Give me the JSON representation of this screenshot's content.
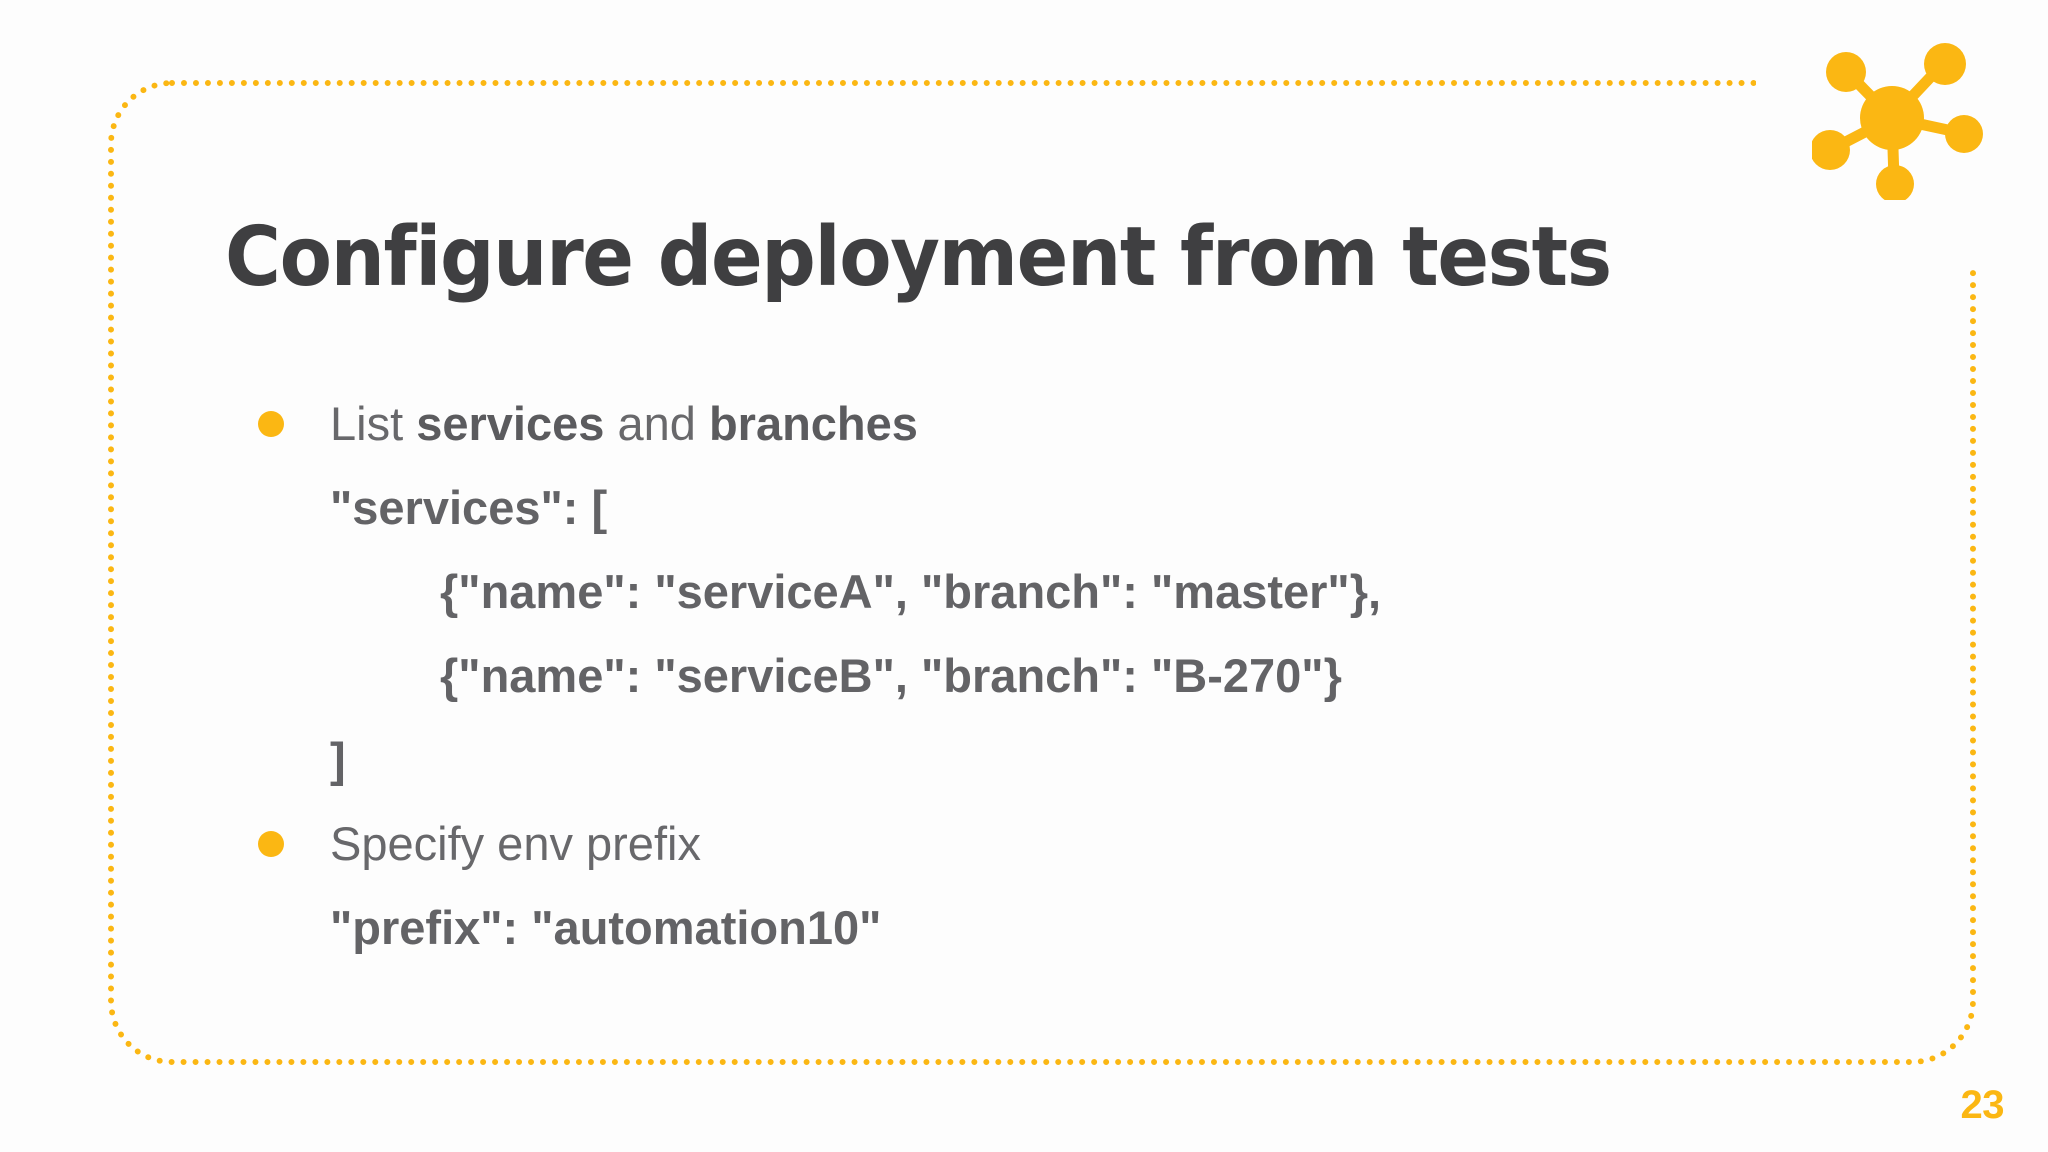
{
  "slide": {
    "title": "Configure deployment from tests",
    "page_number": "23",
    "accent_color": "#fbb713",
    "text_color": "#5b5b5e",
    "background_color": "#fdfdfd",
    "logo": {
      "name": "network-hub-logo",
      "color": "#fbb713",
      "nodes": 5
    },
    "frame": {
      "style": "dotted",
      "color": "#fbb713"
    }
  },
  "body": {
    "lines": [
      {
        "kind": "bullet",
        "segments": [
          {
            "text": "List ",
            "bold": false
          },
          {
            "text": "services",
            "bold": true
          },
          {
            "text": " and ",
            "bold": false
          },
          {
            "text": "branches",
            "bold": true
          }
        ],
        "plain": "List services and branches"
      },
      {
        "kind": "code",
        "indent": 0,
        "text": "\"services\": ["
      },
      {
        "kind": "code",
        "indent": 1,
        "text": "{\"name\": \"serviceA\", \"branch\": \"master\"},"
      },
      {
        "kind": "code",
        "indent": 1,
        "text": "{\"name\": \"serviceB\", \"branch\": \"B-270\"}"
      },
      {
        "kind": "code",
        "indent": 0,
        "text": "]"
      },
      {
        "kind": "bullet",
        "segments": [
          {
            "text": "Specify env prefix",
            "bold": false
          }
        ],
        "plain": "Specify env prefix"
      },
      {
        "kind": "code",
        "indent": 0,
        "text": "\"prefix\": \"automation10\""
      }
    ]
  }
}
